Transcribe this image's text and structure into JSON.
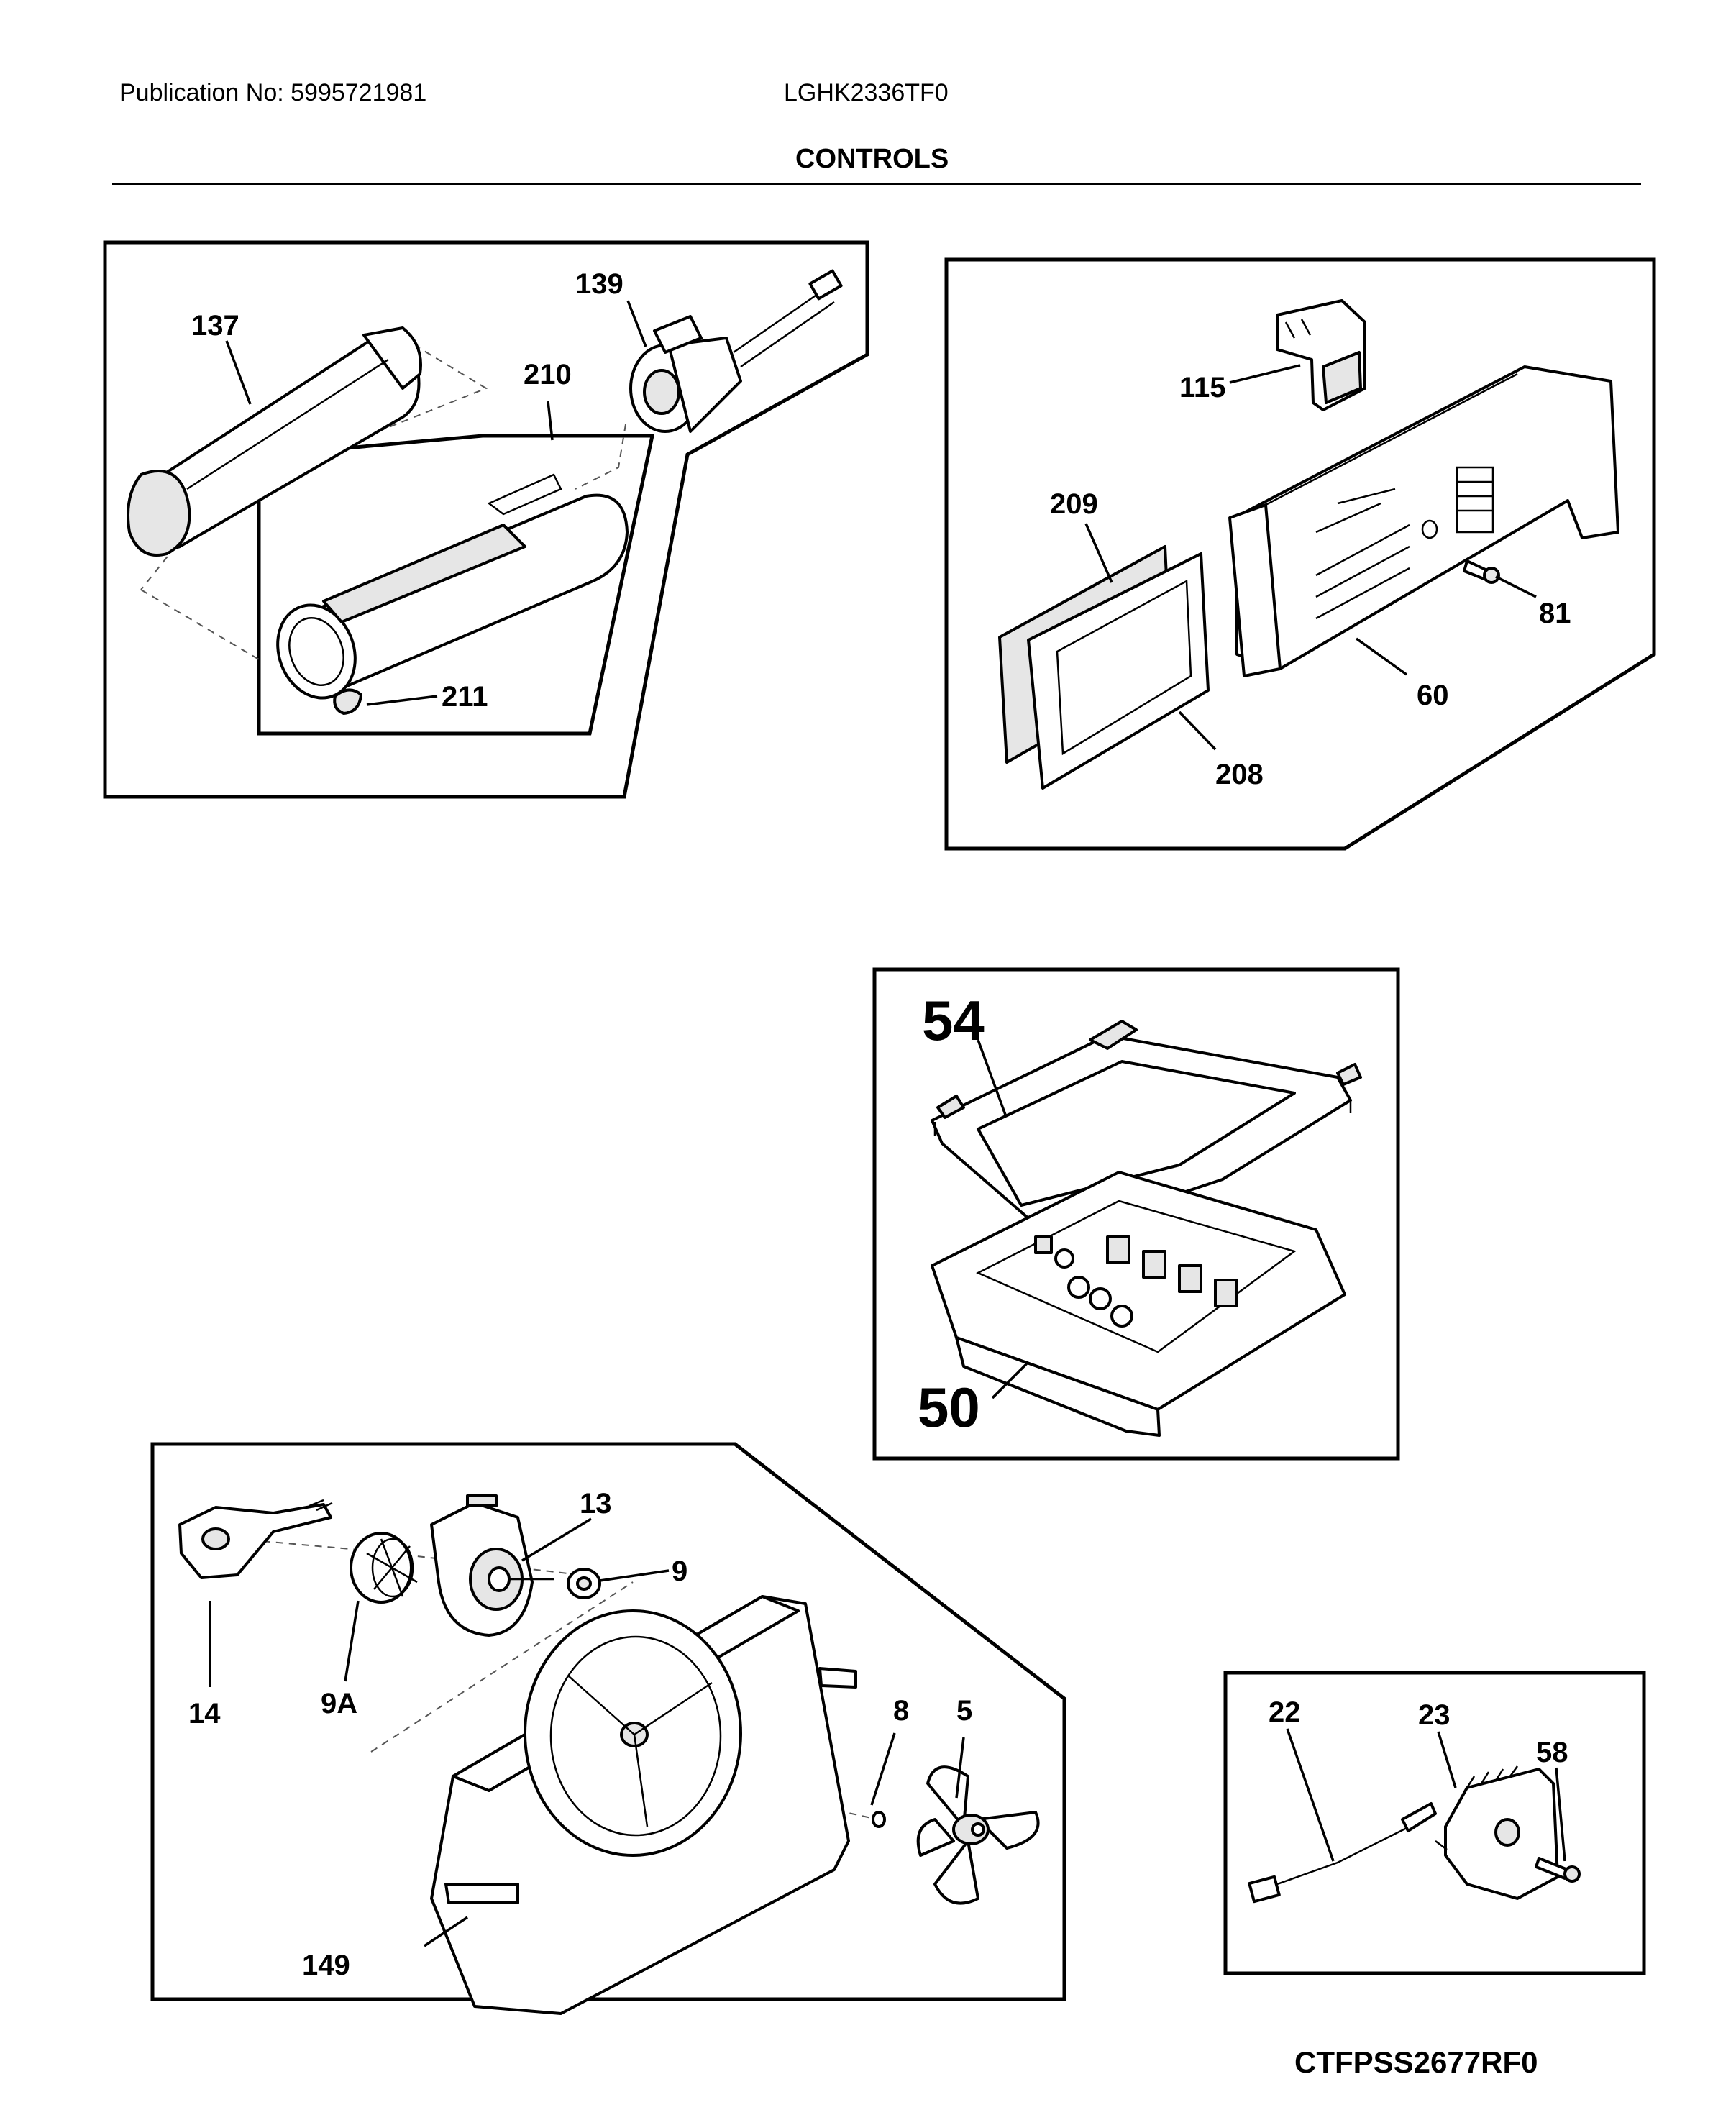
{
  "header": {
    "publication": "Publication No: 5995721981",
    "model": "LGHK2336TF0",
    "title": "CONTROLS"
  },
  "footer": {
    "code": "CTFPSS2677RF0"
  },
  "callouts": {
    "p137": "137",
    "p139": "139",
    "p210": "210",
    "p211": "211",
    "p115": "115",
    "p209": "209",
    "p81": "81",
    "p60": "60",
    "p208": "208",
    "p54": "54",
    "p50": "50",
    "p13": "13",
    "p9": "9",
    "p14": "14",
    "p9a": "9A",
    "p8": "8",
    "p5": "5",
    "p149": "149",
    "p22": "22",
    "p23": "23",
    "p58": "58"
  }
}
